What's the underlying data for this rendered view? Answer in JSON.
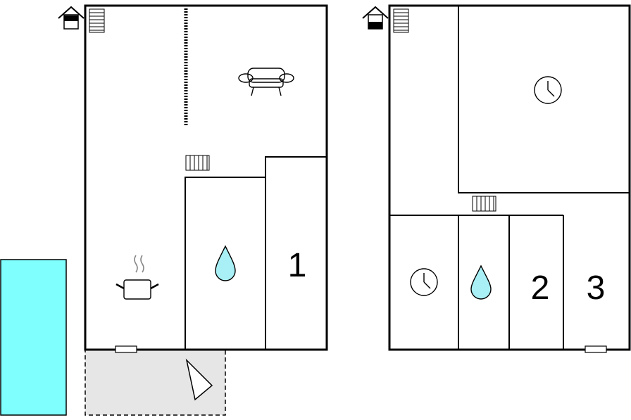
{
  "colors": {
    "wall": "#000000",
    "pool": "#80ffff",
    "water_drop": "#a8f0f5",
    "terrace": "#e6e6e6",
    "background": "#ffffff"
  },
  "ground_floor": {
    "rooms": [
      {
        "icon": "sofa-icon",
        "meaning": "living-room"
      },
      {
        "icon": "cooking-pot-icon",
        "meaning": "kitchen"
      },
      {
        "icon": "water-drop-icon",
        "meaning": "bathroom"
      },
      {
        "number": "1"
      }
    ],
    "extras": [
      "house-icon",
      "stairs-icon",
      "radiator-icon",
      "window-icon",
      "terrace",
      "sun-lounger-icon",
      "pool"
    ]
  },
  "first_floor": {
    "rooms": [
      {
        "icon": "clock-icon",
        "meaning": "room"
      },
      {
        "icon": "clock-icon",
        "meaning": "room"
      },
      {
        "icon": "water-drop-icon",
        "meaning": "bathroom"
      },
      {
        "number": "2"
      },
      {
        "number": "3"
      }
    ],
    "extras": [
      "house-icon",
      "stairs-icon",
      "radiator-icon",
      "window-icon"
    ]
  }
}
